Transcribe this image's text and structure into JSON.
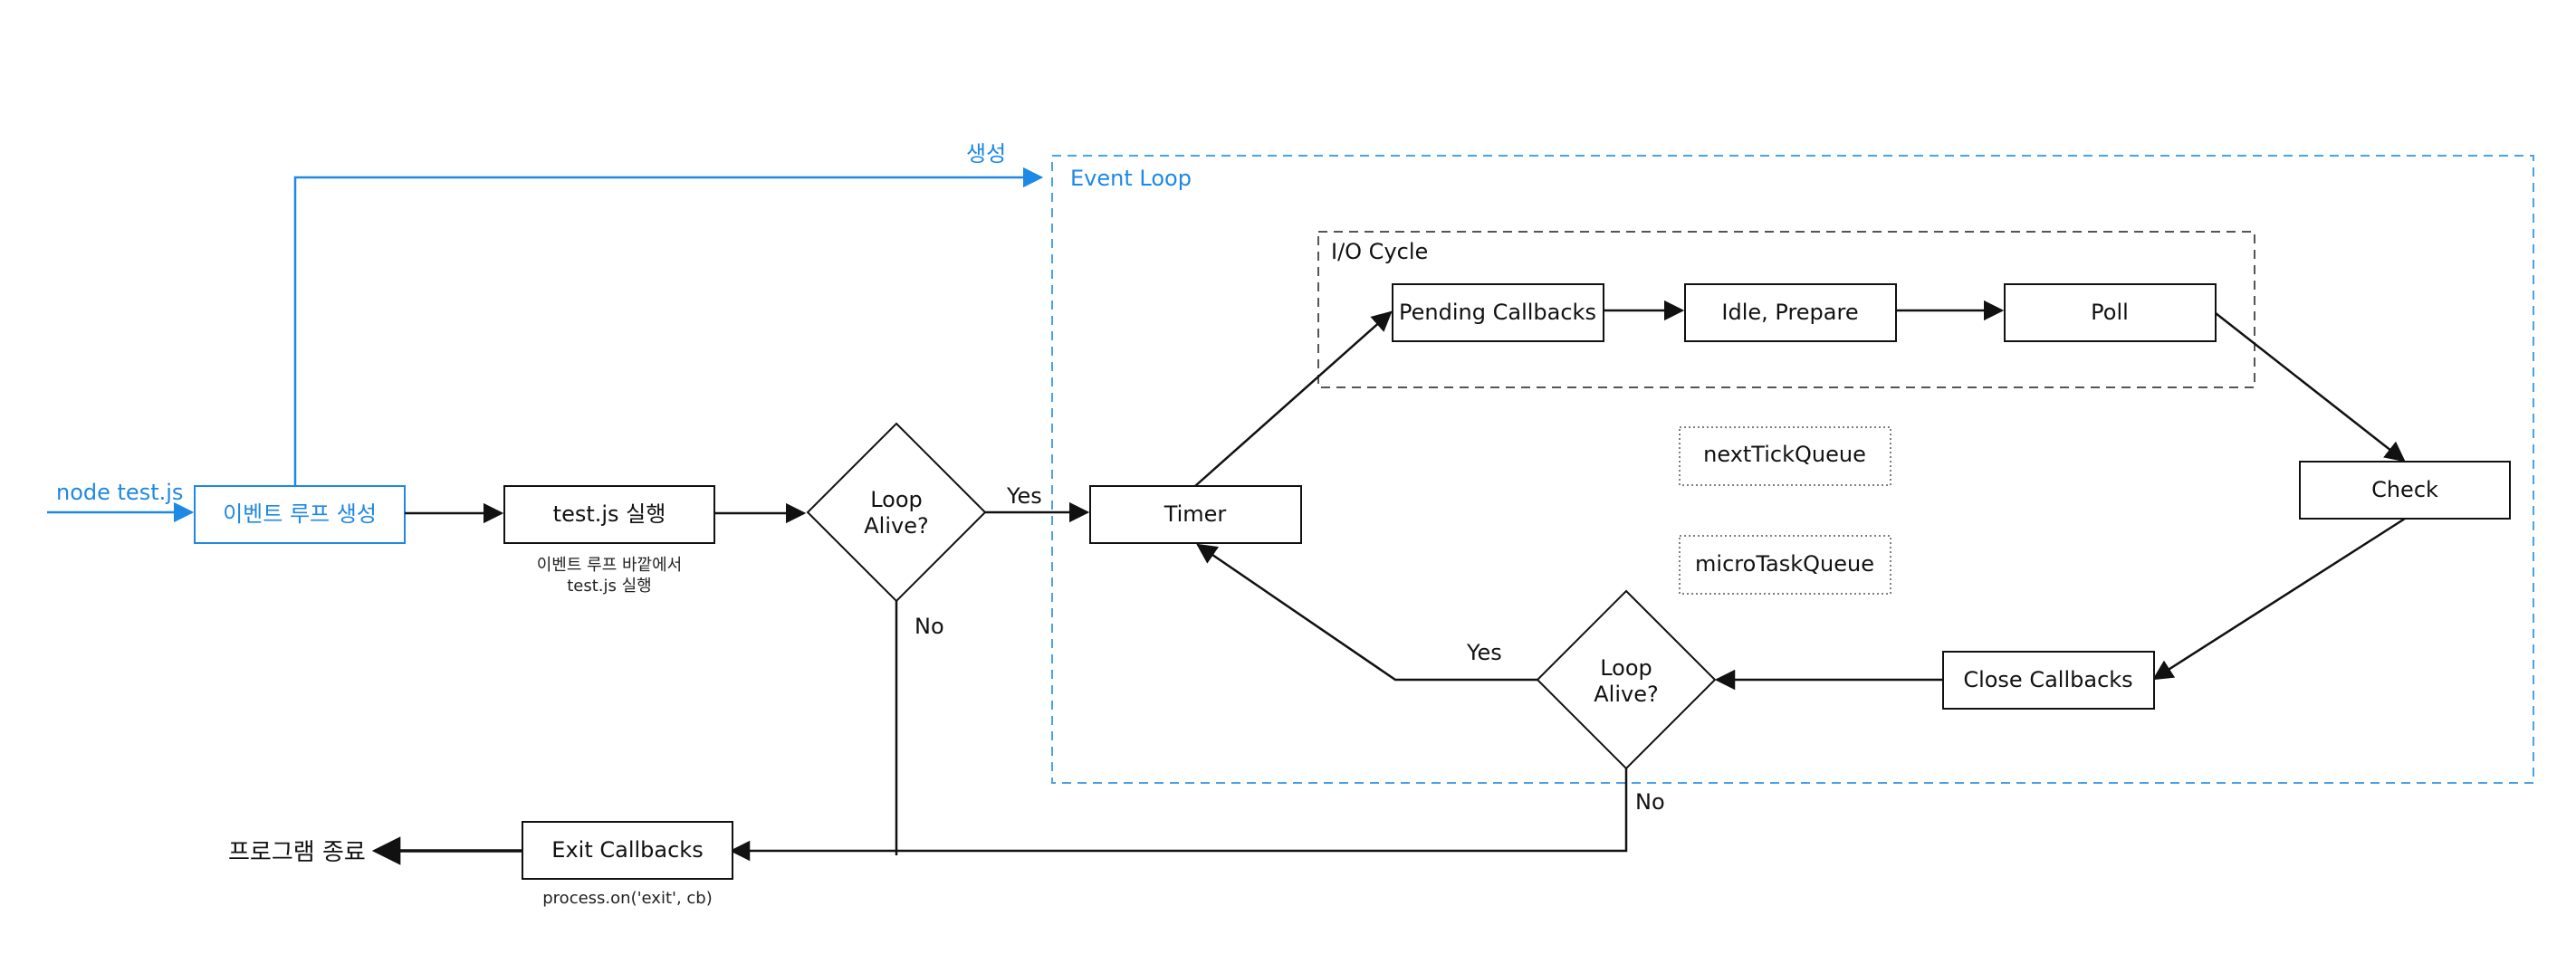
{
  "colors": {
    "accent": "#1e88e5",
    "stroke": "#111111",
    "dashed_gray": "#555555"
  },
  "start": {
    "label": "node test.js"
  },
  "created": {
    "label": "생성"
  },
  "event_loop": {
    "label": "Event Loop"
  },
  "io_cycle": {
    "label": "I/O Cycle"
  },
  "nodes": {
    "create_loop": "이벤트 루프 생성",
    "run_test": "test.js 실행",
    "run_test_note_1": "이벤트 루프 바깥에서",
    "run_test_note_2": "test.js 실행",
    "loop_alive_1a": "Loop",
    "loop_alive_1b": "Alive?",
    "timer": "Timer",
    "pending_callbacks": "Pending Callbacks",
    "idle_prepare": "Idle, Prepare",
    "poll": "Poll",
    "check": "Check",
    "close_callbacks": "Close Callbacks",
    "loop_alive_2a": "Loop",
    "loop_alive_2b": "Alive?",
    "next_tick_queue": "nextTickQueue",
    "microtask_queue": "microTaskQueue",
    "exit_callbacks": "Exit Callbacks",
    "exit_note": "process.on('exit', cb)",
    "program_end": "프로그램 종료"
  },
  "edges": {
    "yes_1": "Yes",
    "no_1": "No",
    "yes_2": "Yes",
    "no_2": "No"
  }
}
